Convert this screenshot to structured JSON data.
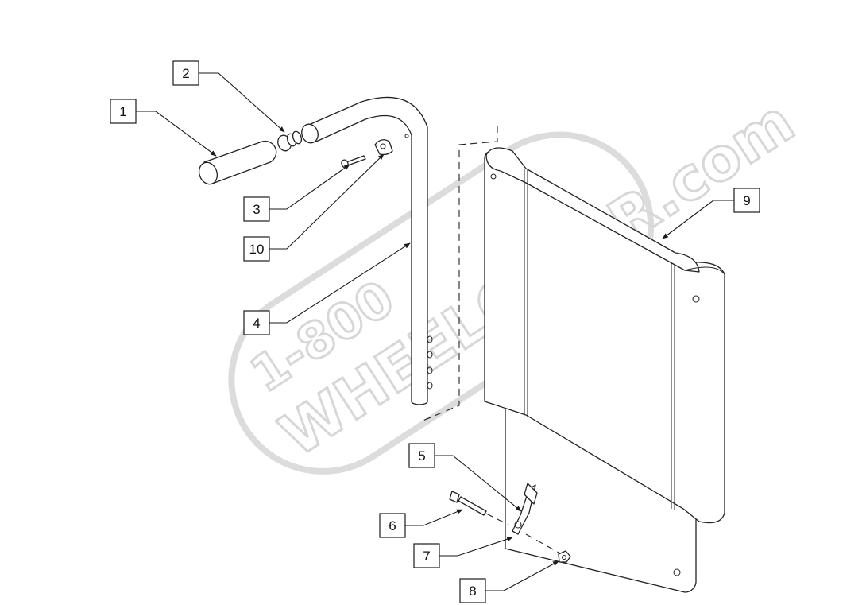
{
  "watermark": {
    "line1": "1-800",
    "line2": "WHEELCHAIR.com"
  },
  "callouts": [
    {
      "id": "1",
      "label": "1"
    },
    {
      "id": "2",
      "label": "2"
    },
    {
      "id": "3",
      "label": "3"
    },
    {
      "id": "10",
      "label": "10"
    },
    {
      "id": "4",
      "label": "4"
    },
    {
      "id": "9",
      "label": "9"
    },
    {
      "id": "5",
      "label": "5"
    },
    {
      "id": "6",
      "label": "6"
    },
    {
      "id": "7",
      "label": "7"
    },
    {
      "id": "8",
      "label": "8"
    }
  ],
  "colors": {
    "line": "#222222",
    "watermark": "#d7d7d7",
    "background": "#ffffff"
  }
}
